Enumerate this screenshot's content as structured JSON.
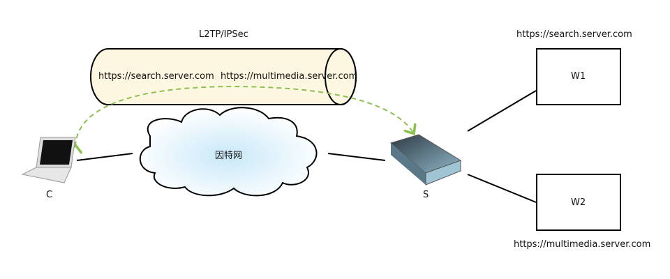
{
  "tunnel": {
    "label": "L2TP/IPSec",
    "inner_left": "https://search.server.com",
    "inner_right": "https://multimedia.server.com"
  },
  "cloud": {
    "label": "因特网"
  },
  "client": {
    "label": "C"
  },
  "server": {
    "label": "S"
  },
  "web1": {
    "label": "W1",
    "url": "https://search.server.com"
  },
  "web2": {
    "label": "W2",
    "url": "https://multimedia.server.com"
  },
  "colors": {
    "tunnel_fill": "#fdf7e1",
    "arrow": "#8cc152",
    "cloud_fill": "#d4ecf9"
  }
}
